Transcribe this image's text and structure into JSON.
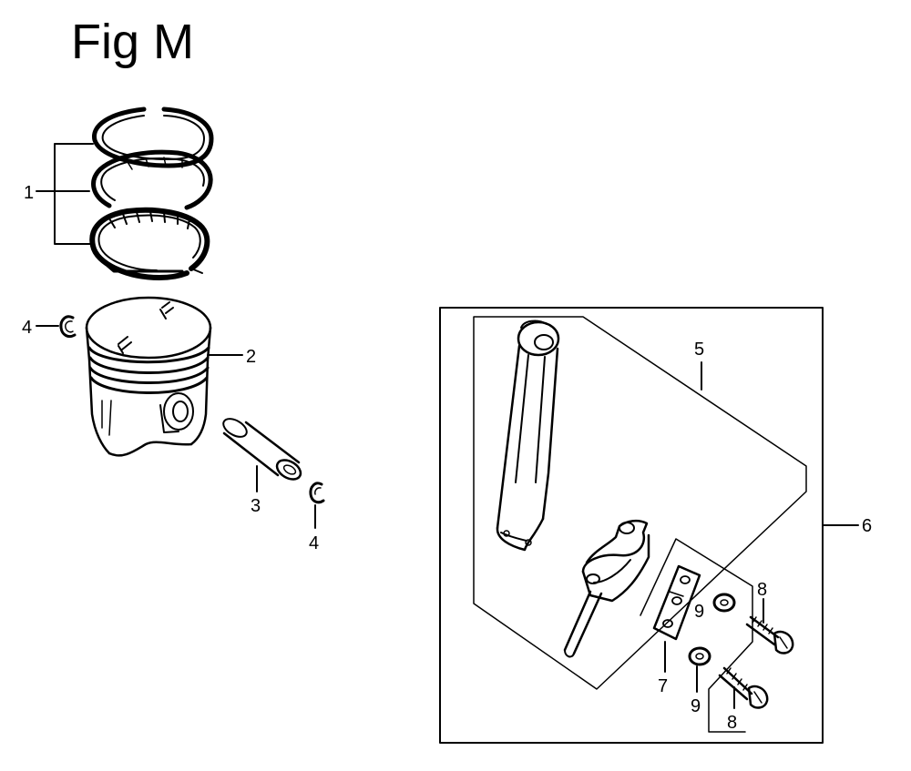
{
  "figure": {
    "title": "Fig M"
  },
  "callouts": {
    "c1": "1",
    "c2": "2",
    "c3": "3",
    "c4a": "4",
    "c4b": "4",
    "c5": "5",
    "c6": "6",
    "c7": "7",
    "c8a": "8",
    "c8b": "8",
    "c9a": "9",
    "c9b": "9"
  },
  "colors": {
    "ink": "#000000",
    "paper": "#ffffff"
  }
}
